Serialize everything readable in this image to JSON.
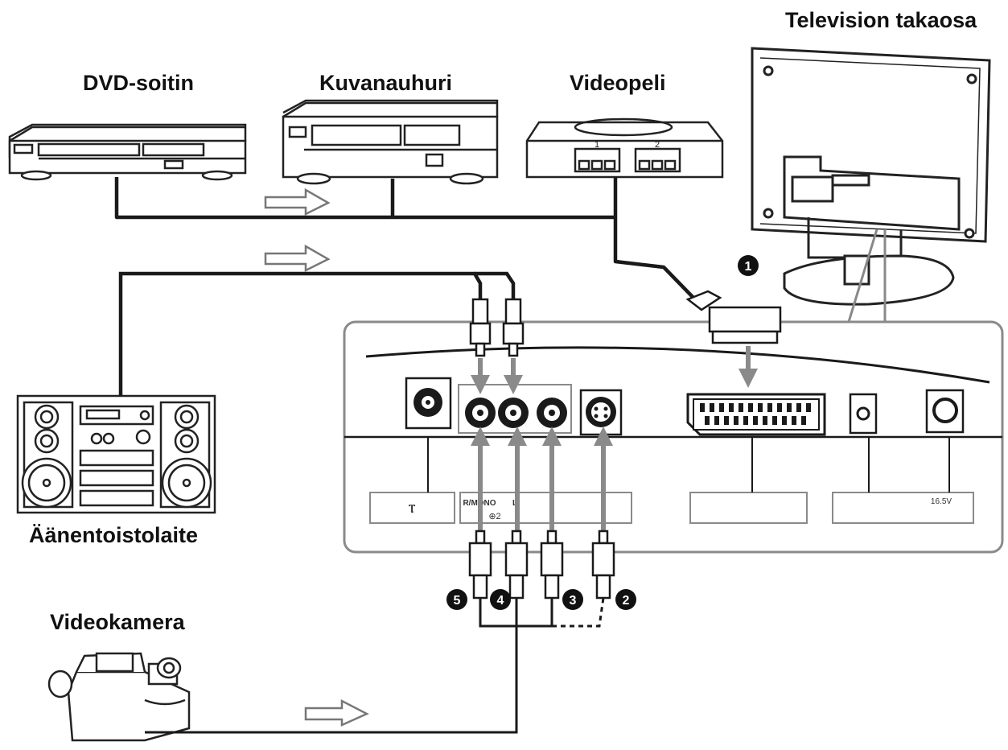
{
  "devices": {
    "dvd": "DVD-soitin",
    "vcr": "Kuvanauhuri",
    "game": "Videopeli",
    "tv_back": "Television takaosa",
    "audio": "Äänentoistolaite",
    "camcorder": "Videokamera"
  },
  "callouts": [
    "1",
    "2",
    "3",
    "4",
    "5"
  ],
  "game_ports": [
    "1",
    "2"
  ],
  "panel_labels": {
    "antenna": "Ⲧ",
    "audio_r": "R/MONO",
    "audio_l": "L",
    "input_group": "⊕2",
    "voltage": "16.5V"
  }
}
